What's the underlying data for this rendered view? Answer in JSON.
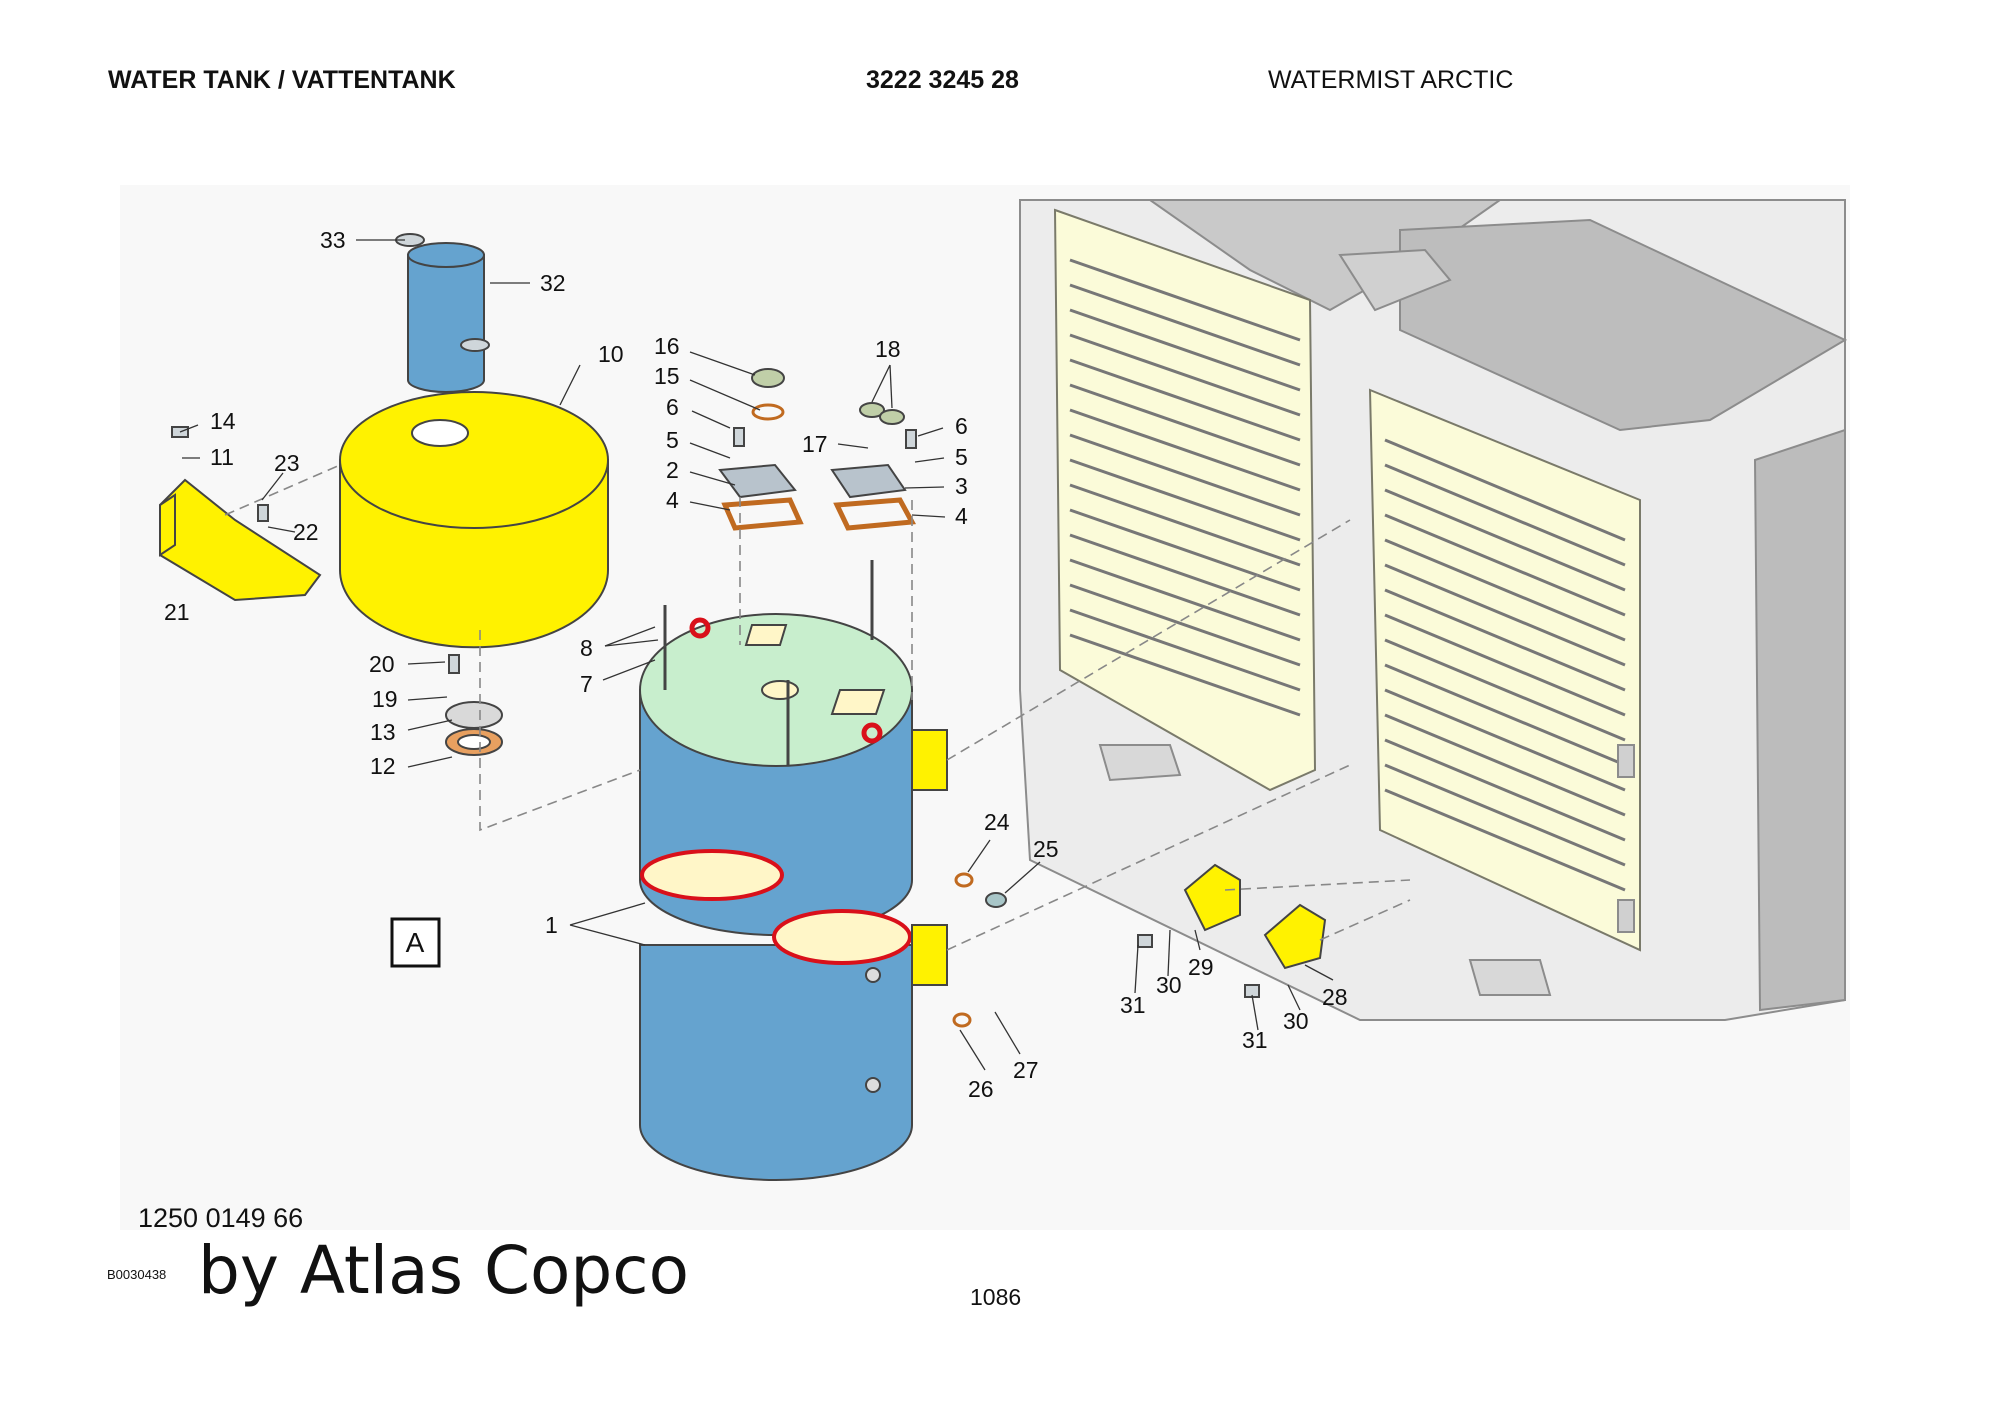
{
  "header": {
    "title": "WATER TANK / VATTENTANK",
    "part_number": "3222 3245 28",
    "model": "WATERMIST ARCTIC"
  },
  "view_label": "A",
  "callouts": [
    "1",
    "2",
    "3",
    "4",
    "4",
    "5",
    "5",
    "6",
    "6",
    "7",
    "8",
    "10",
    "11",
    "12",
    "13",
    "14",
    "15",
    "16",
    "17",
    "18",
    "19",
    "20",
    "21",
    "22",
    "23",
    "24",
    "25",
    "26",
    "27",
    "28",
    "29",
    "30",
    "30",
    "31",
    "31",
    "32",
    "33"
  ],
  "colors": {
    "tank": "#65a3cf",
    "tank_top": "#c8eecd",
    "yellow_part": "#fff200",
    "gasket": "#e8a060",
    "housing": "#e9e9e9",
    "louver_frame": "#fbfbd9",
    "ring_red": "#d9101a",
    "cut_face": "#fff6c8"
  },
  "icons": [
    "wing-nut-icon",
    "bolt-icon",
    "washer-icon",
    "plug-icon",
    "eye-bolt-icon",
    "stud-icon"
  ],
  "footer": {
    "doc_number": "1250 0149 66",
    "image_id": "B0030438",
    "brand": "by Atlas Copco",
    "page": "1086"
  }
}
